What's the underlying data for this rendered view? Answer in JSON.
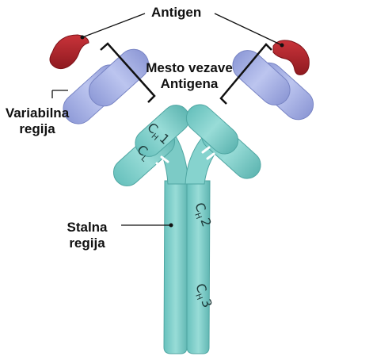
{
  "labels": {
    "antigen": "Antigen",
    "binding_site_line1": "Mesto vezave",
    "binding_site_line2": "Antigena",
    "variable_region_line1": "Variabilna",
    "variable_region_line2": "regija",
    "constant_region_line1": "Stalna",
    "constant_region_line2": "regija"
  },
  "domains": {
    "ch1": {
      "main": "C",
      "sub": "H",
      "num": "1"
    },
    "cl": {
      "main": "C",
      "sub": "L"
    },
    "ch2": {
      "main": "C",
      "sub": "H",
      "num": "2"
    },
    "ch3": {
      "main": "C",
      "sub": "H",
      "num": "3"
    }
  },
  "colors": {
    "antigen": "#b3222a",
    "variable_region": "#aab4e4",
    "variable_region_dark": "#8e9ad6",
    "constant_region": "#84d2ce",
    "constant_region_dark": "#5fbab6",
    "leader_line": "#111111"
  }
}
